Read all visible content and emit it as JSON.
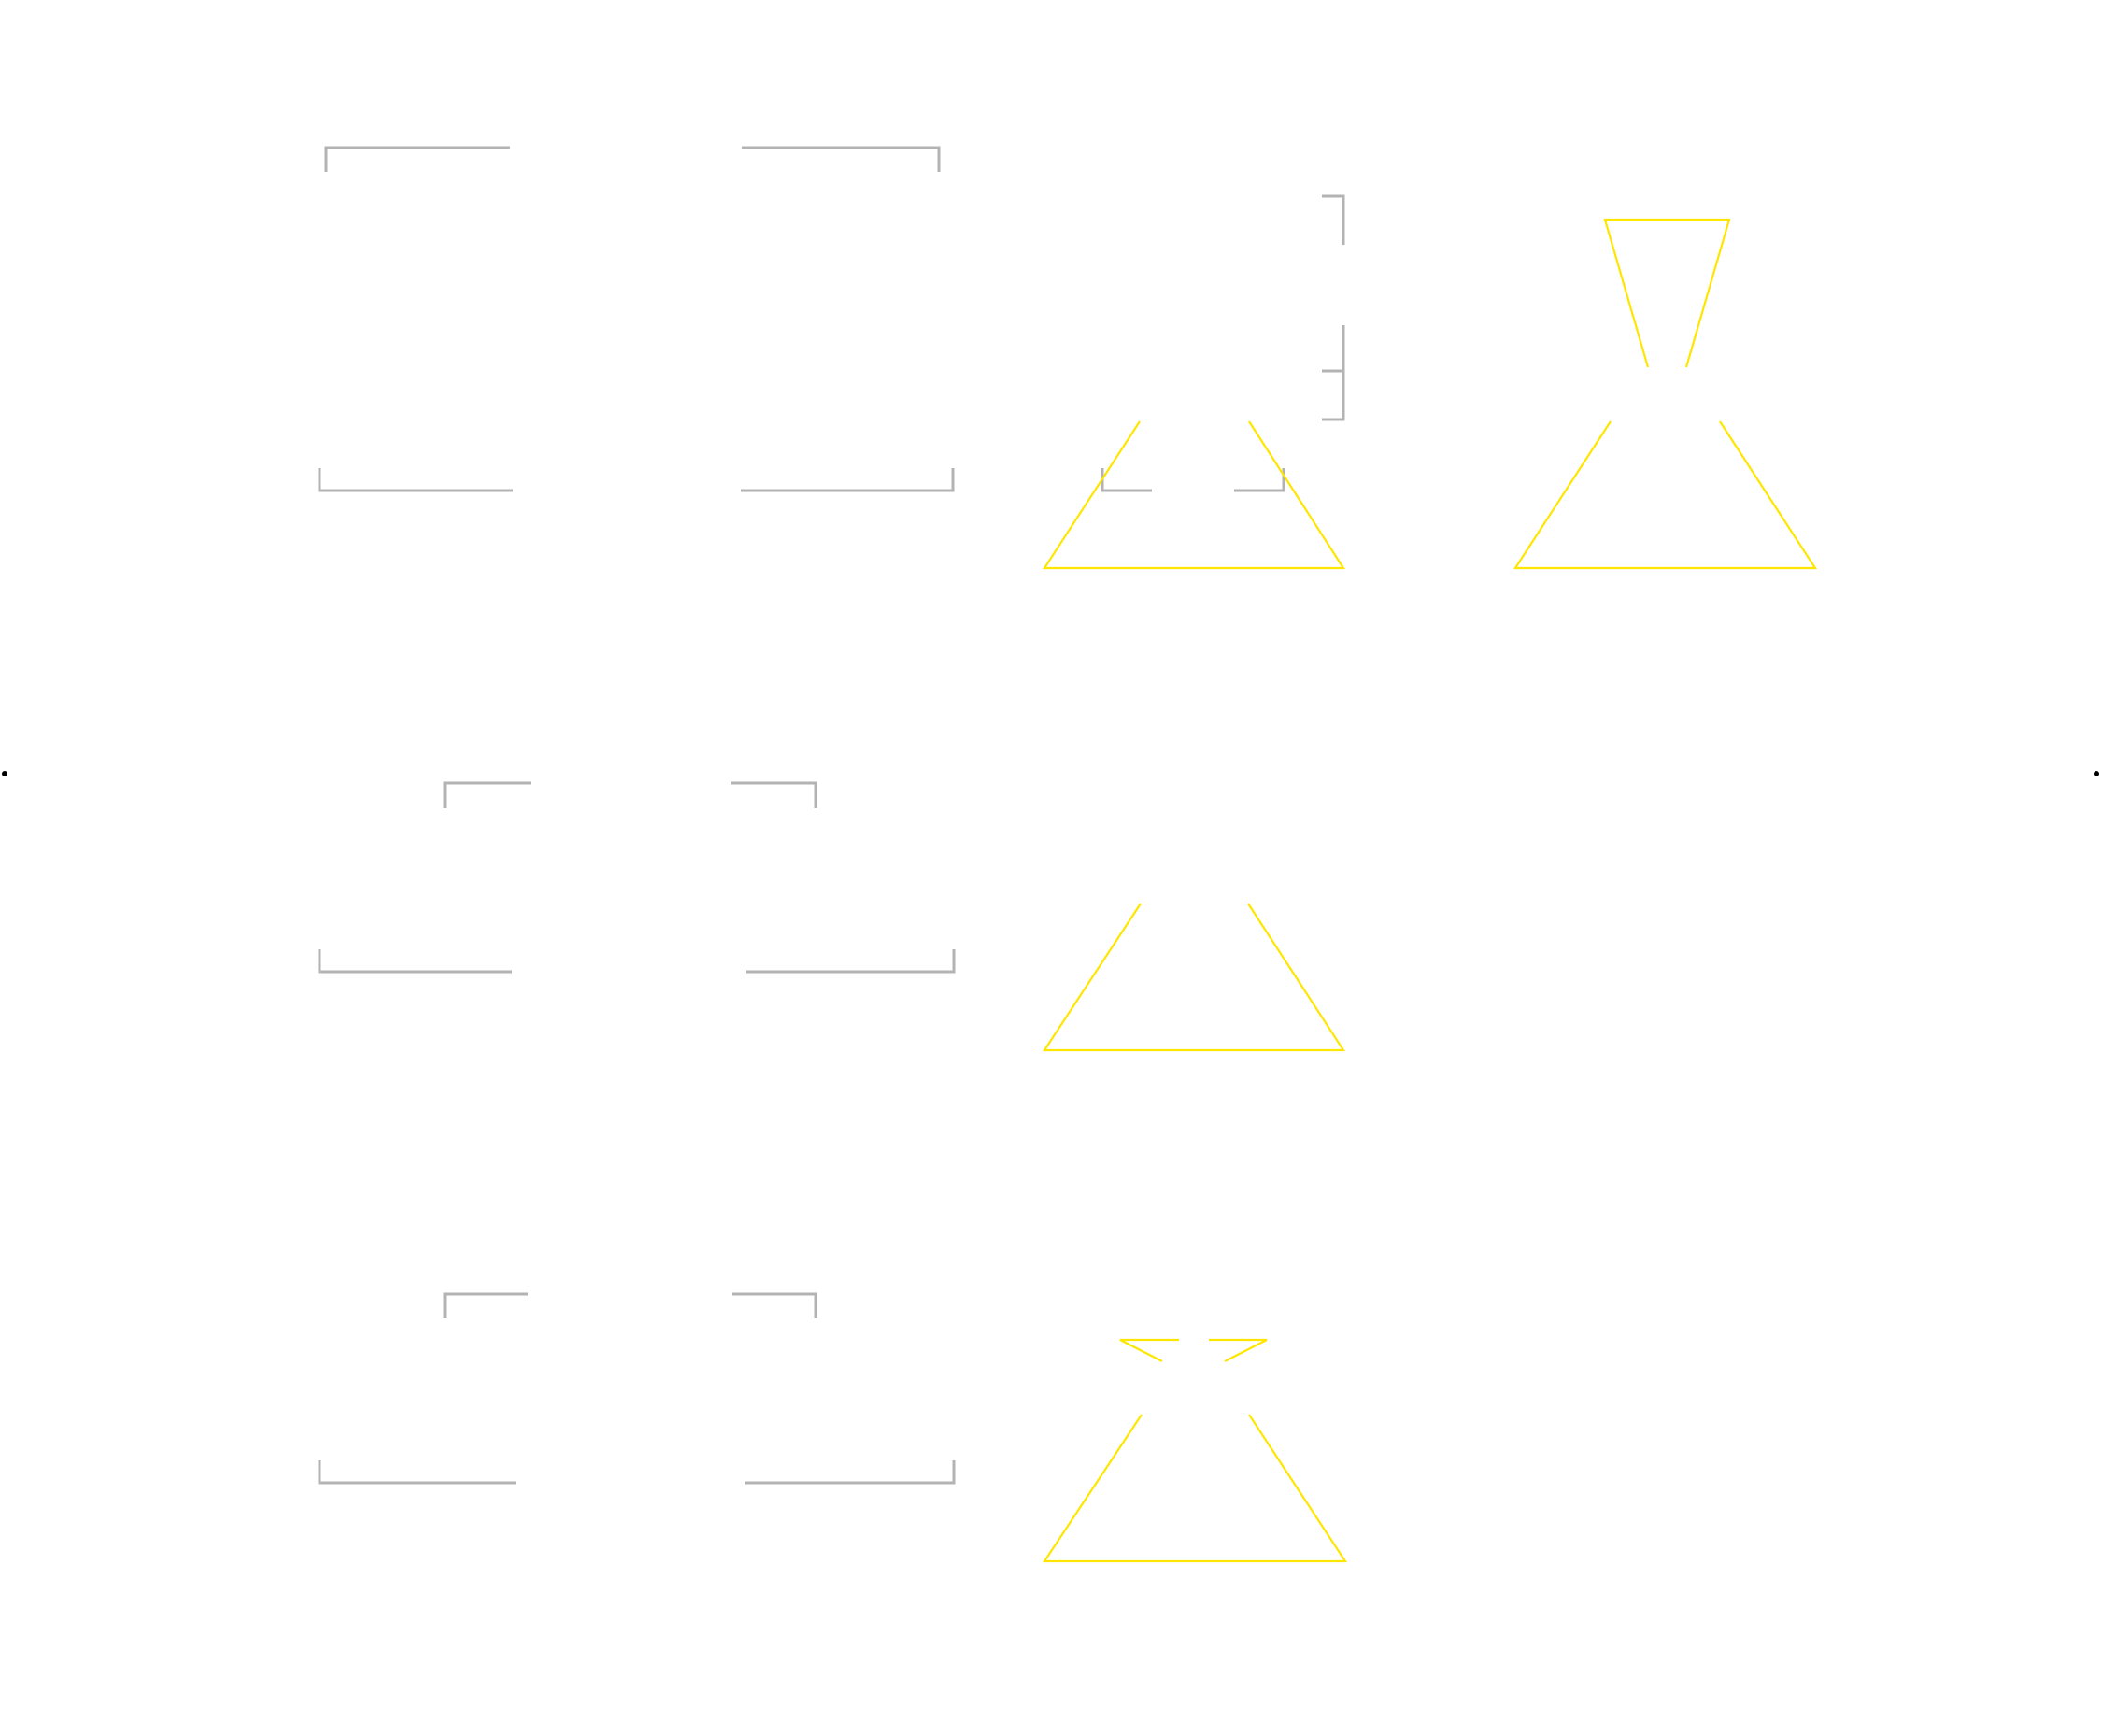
{
  "diagram": {
    "colors": {
      "background": "#ffffff",
      "bracket": "#b3b3b3",
      "funnel": "#ffe600",
      "marker": "#000000"
    },
    "groups": [
      {
        "name": "row-1",
        "brackets": 9,
        "shapes": [
          "trapezoid",
          "trapezoid",
          "inverted-trapezoid"
        ]
      },
      {
        "name": "row-2",
        "brackets": 4,
        "shapes": [
          "open-triangle"
        ]
      },
      {
        "name": "row-3",
        "brackets": 4,
        "shapes": [
          "open-triangle",
          "small-wedges"
        ]
      }
    ],
    "edge_markers": [
      "left",
      "right"
    ]
  }
}
